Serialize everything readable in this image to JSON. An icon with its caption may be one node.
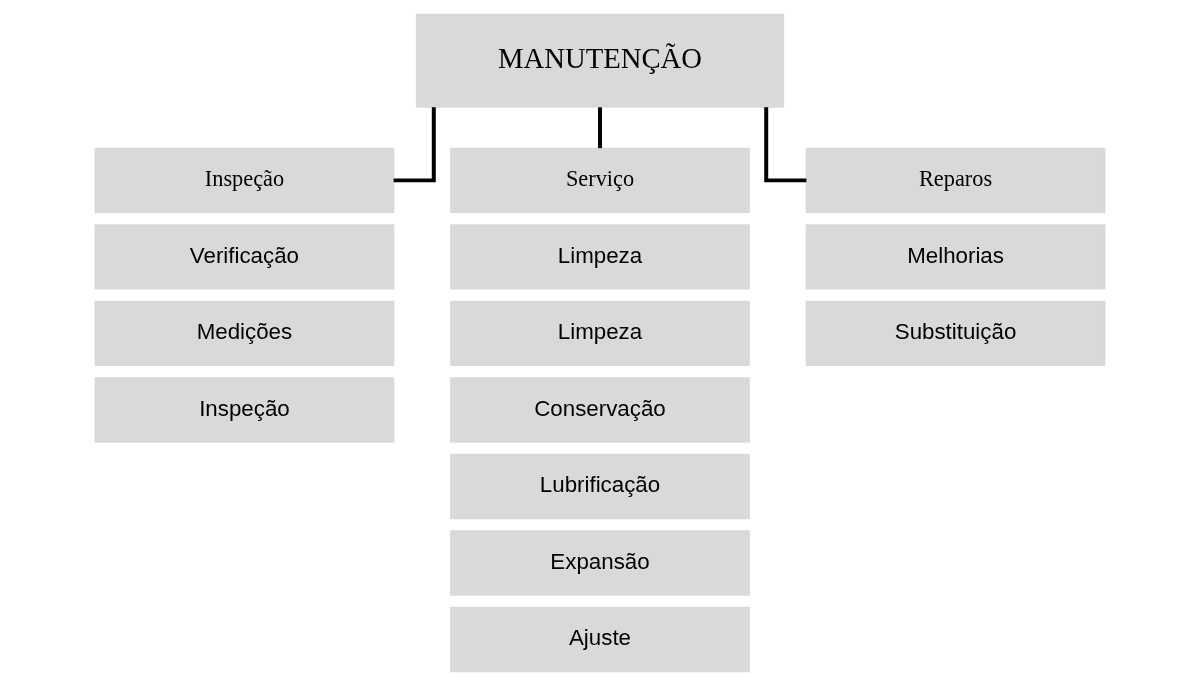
{
  "diagram": {
    "nodes": [
      {
        "text": [
          "MANUTENÇÃO"
        ]
      },
      {
        "text": [
          "Inspeção"
        ]
      },
      {
        "text": [
          "Serviço"
        ]
      },
      {
        "text": [
          "Reparos"
        ]
      },
      {
        "text": [
          "Verificação"
        ]
      },
      {
        "text": [
          "Medições"
        ]
      },
      {
        "text": [
          "Inspeção"
        ]
      },
      {
        "text": [
          "Limpeza"
        ]
      },
      {
        "text": [
          "Limpeza"
        ]
      },
      {
        "text": [
          "Conservação"
        ]
      },
      {
        "text": [
          "Lubrificação"
        ]
      },
      {
        "text": [
          "Expansão"
        ]
      },
      {
        "text": [
          "Ajuste"
        ]
      },
      {
        "text": [
          "Melhorias"
        ]
      },
      {
        "text": [
          "Substituição"
        ]
      }
    ],
    "edges": [
      {
        "from": 0,
        "to": 1,
        "arrow": "none"
      },
      {
        "from": 0,
        "to": 2,
        "arrow": "none"
      },
      {
        "from": 0,
        "to": 3,
        "arrow": "none"
      }
    ]
  }
}
